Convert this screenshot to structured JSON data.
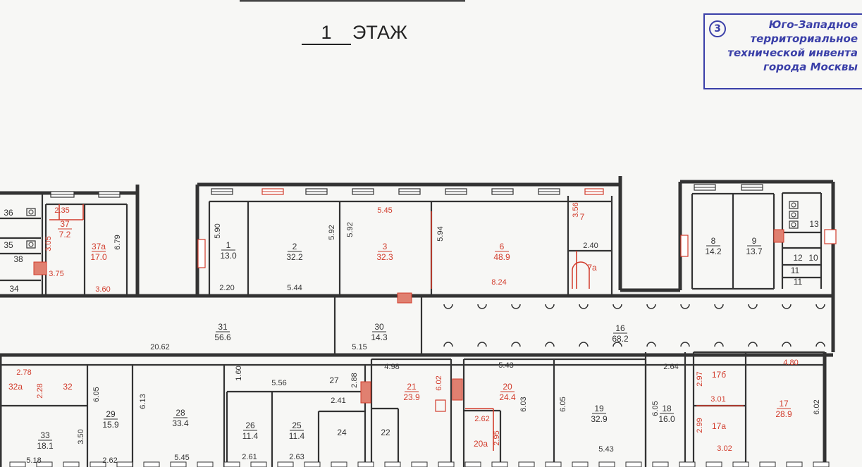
{
  "floor": {
    "number": "1",
    "label": "ЭТАЖ"
  },
  "stamp": {
    "number": "3",
    "lines": [
      "Юго-Западное",
      "территориальное",
      "технической инвента",
      "города Москвы"
    ]
  },
  "colors": {
    "ink": "#333333",
    "red": "#d23c2c",
    "stamp": "#3a3fa8"
  },
  "rooms": [
    {
      "id": "r36",
      "no": "36"
    },
    {
      "id": "r35",
      "no": "35"
    },
    {
      "id": "r38",
      "no": "38"
    },
    {
      "id": "r34",
      "no": "34"
    },
    {
      "id": "r37",
      "no": "37",
      "area": "7.2"
    },
    {
      "id": "r37a",
      "no": "37a",
      "area": "17.0"
    },
    {
      "id": "r1",
      "no": "1",
      "area": "13.0"
    },
    {
      "id": "r2",
      "no": "2",
      "area": "32.2"
    },
    {
      "id": "r3",
      "no": "3",
      "area": "32.3"
    },
    {
      "id": "r6",
      "no": "6",
      "area": "48.9"
    },
    {
      "id": "r7",
      "no": "7"
    },
    {
      "id": "r7a",
      "no": "7a"
    },
    {
      "id": "r8",
      "no": "8",
      "area": "14.2"
    },
    {
      "id": "r9",
      "no": "9",
      "area": "13.7"
    },
    {
      "id": "r13",
      "no": "13"
    },
    {
      "id": "r12",
      "no": "12"
    },
    {
      "id": "r10",
      "no": "10"
    },
    {
      "id": "r11",
      "no": "11"
    },
    {
      "id": "r11b",
      "no": "11"
    },
    {
      "id": "r31",
      "no": "31",
      "area": "56.6"
    },
    {
      "id": "r30",
      "no": "30",
      "area": "14.3"
    },
    {
      "id": "r16",
      "no": "16",
      "area": "68.2"
    },
    {
      "id": "r32a",
      "no": "32a"
    },
    {
      "id": "r32",
      "no": "32"
    },
    {
      "id": "r33",
      "no": "33",
      "area": "18.1"
    },
    {
      "id": "r29",
      "no": "29",
      "area": "15.9"
    },
    {
      "id": "r28",
      "no": "28",
      "area": "33.4"
    },
    {
      "id": "r27",
      "no": "27"
    },
    {
      "id": "r26",
      "no": "26",
      "area": "11.4"
    },
    {
      "id": "r25",
      "no": "25",
      "area": "11.4"
    },
    {
      "id": "r24",
      "no": "24"
    },
    {
      "id": "r21",
      "no": "21",
      "area": "23.9"
    },
    {
      "id": "r22",
      "no": "22"
    },
    {
      "id": "r20",
      "no": "20",
      "area": "24.4"
    },
    {
      "id": "r20a",
      "no": "20a"
    },
    {
      "id": "r19",
      "no": "19",
      "area": "32.9"
    },
    {
      "id": "r18",
      "no": "18",
      "area": "16.0"
    },
    {
      "id": "r17b",
      "no": "17б"
    },
    {
      "id": "r17a",
      "no": "17a"
    },
    {
      "id": "r17",
      "no": "17",
      "area": "28.9"
    }
  ],
  "dimensions": [
    {
      "id": "d1",
      "value": "2.35"
    },
    {
      "id": "d2",
      "value": "3.05"
    },
    {
      "id": "d3",
      "value": "3.75"
    },
    {
      "id": "d4",
      "value": "3.60"
    },
    {
      "id": "d5",
      "value": "6.79"
    },
    {
      "id": "d6",
      "value": "5.90"
    },
    {
      "id": "d7",
      "value": "2.20"
    },
    {
      "id": "d8",
      "value": "5.44"
    },
    {
      "id": "d9",
      "value": "5.92"
    },
    {
      "id": "d10",
      "value": "5.45"
    },
    {
      "id": "d11",
      "value": "5.92"
    },
    {
      "id": "d12",
      "value": "5.94"
    },
    {
      "id": "d13",
      "value": "8.24"
    },
    {
      "id": "d14",
      "value": "3.56"
    },
    {
      "id": "d15",
      "value": "2.40"
    },
    {
      "id": "d16",
      "value": "20.62"
    },
    {
      "id": "d17",
      "value": "5.15"
    },
    {
      "id": "d18",
      "value": "2.78"
    },
    {
      "id": "d19",
      "value": "2.28"
    },
    {
      "id": "d20",
      "value": "5.18"
    },
    {
      "id": "d21",
      "value": "3.50"
    },
    {
      "id": "d22",
      "value": "6.05"
    },
    {
      "id": "d23",
      "value": "2.62"
    },
    {
      "id": "d24",
      "value": "6.13"
    },
    {
      "id": "d25",
      "value": "5.45"
    },
    {
      "id": "d26",
      "value": "1.60"
    },
    {
      "id": "d27",
      "value": "5.56"
    },
    {
      "id": "d28",
      "value": "2.88"
    },
    {
      "id": "d29",
      "value": "2.41"
    },
    {
      "id": "d30",
      "value": "2.61"
    },
    {
      "id": "d31",
      "value": "2.63"
    },
    {
      "id": "d32",
      "value": "4.98"
    },
    {
      "id": "d33",
      "value": "6.02"
    },
    {
      "id": "d34",
      "value": "5.43"
    },
    {
      "id": "d35",
      "value": "6.03"
    },
    {
      "id": "d36",
      "value": "2.62"
    },
    {
      "id": "d37",
      "value": "2.95"
    },
    {
      "id": "d38",
      "value": "6.05"
    },
    {
      "id": "d39",
      "value": "5.43"
    },
    {
      "id": "d40",
      "value": "2.64"
    },
    {
      "id": "d41",
      "value": "6.05"
    },
    {
      "id": "d42",
      "value": "2.97"
    },
    {
      "id": "d43",
      "value": "3.01"
    },
    {
      "id": "d44",
      "value": "2.99"
    },
    {
      "id": "d45",
      "value": "3.02"
    },
    {
      "id": "d46",
      "value": "4.80"
    },
    {
      "id": "d47",
      "value": "6.02"
    }
  ]
}
